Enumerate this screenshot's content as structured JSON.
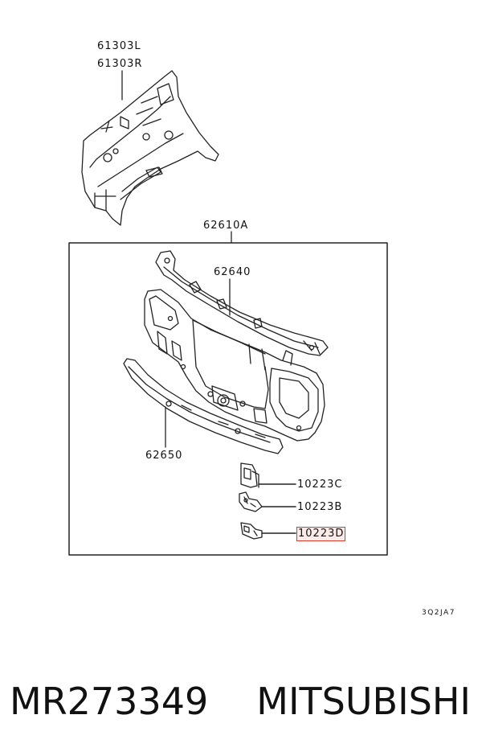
{
  "labels": {
    "part_61303l": "61303L",
    "part_61303r": "61303R",
    "part_62610a": "62610A",
    "part_62640": "62640",
    "part_62650": "62650",
    "part_10223c": "10223C",
    "part_10223b": "10223B",
    "part_10223d": "10223D",
    "diagram_code": "3Q2JA7"
  },
  "caption": {
    "part_number": "MR273349",
    "brand": "MITSUBISHI"
  },
  "colors": {
    "line": "#222222",
    "highlight": "#e0392b"
  }
}
